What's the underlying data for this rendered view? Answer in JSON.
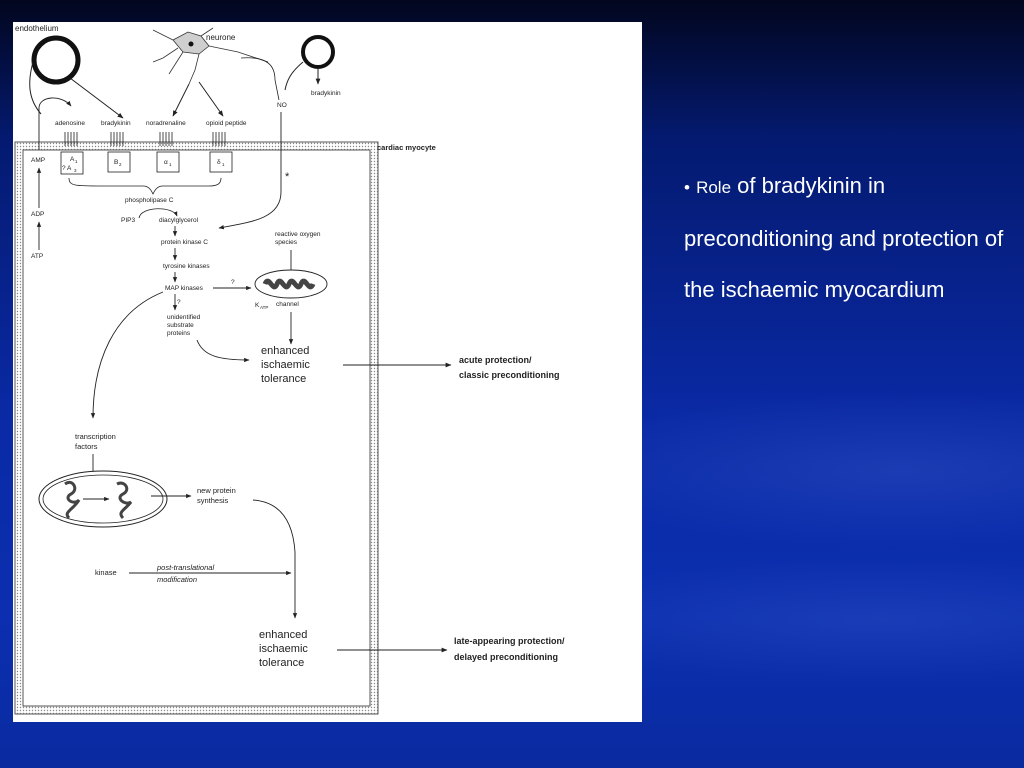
{
  "slide": {
    "bullet": {
      "marker": "•",
      "first_word": "Role",
      "rest": " of bradykinin in preconditioning and protection of the ischaemic myocardium"
    }
  },
  "diagram": {
    "endothelium": "endothelium",
    "neurone": "neurone",
    "bradykinin_top": "bradykinin",
    "no": "NO",
    "ligands": {
      "adenosine": "adenosine",
      "bradykinin": "bradykinin",
      "noradrenaline": "noradrenaline",
      "opioid_peptide": "opioid peptide"
    },
    "cardiac_myocyte": "cardiac myocyte",
    "amp": "AMP",
    "adp": "ADP",
    "atp": "ATP",
    "receptors": {
      "a1": "A",
      "a1_sub": "1",
      "a3_prefix": "? A",
      "a3_sub": "3",
      "b2": "B",
      "b2_sub": "2",
      "alpha1": "α",
      "alpha1_sub": "1",
      "delta1": "δ",
      "delta1_sub": "1"
    },
    "phospholipase_c": "phospholipase C",
    "pip2": "PIP3",
    "diacylglycerol": "diacylglycerol",
    "protein_kinase_c": "protein kinase C",
    "tyrosine_kinases": "tyrosine kinases",
    "map_kinases": "MAP kinases",
    "question_mark": "?",
    "unidentified": "unidentified",
    "substrate": "substrate",
    "proteins": "proteins",
    "reactive_oxygen": "reactive oxygen",
    "species": "species",
    "katp_k": "K",
    "katp_sub": "ATP",
    "katp_channel": "channel",
    "asterisk": "*",
    "enhanced": "enhanced",
    "ischaemic": "ischaemic",
    "tolerance": "tolerance",
    "acute_line1": "acute protection/",
    "acute_line2": "classic preconditioning",
    "transcription": "transcription",
    "factors": "factors",
    "new_protein": "new protein",
    "synthesis": "synthesis",
    "kinase": "kinase",
    "post_translational": "post-translational",
    "modification": "modification",
    "late_line1": "late-appearing protection/",
    "late_line2": "delayed preconditioning"
  },
  "colors": {
    "text_white": "#ffffff",
    "figure_bg": "#ffffff",
    "figure_ink": "#222222"
  }
}
